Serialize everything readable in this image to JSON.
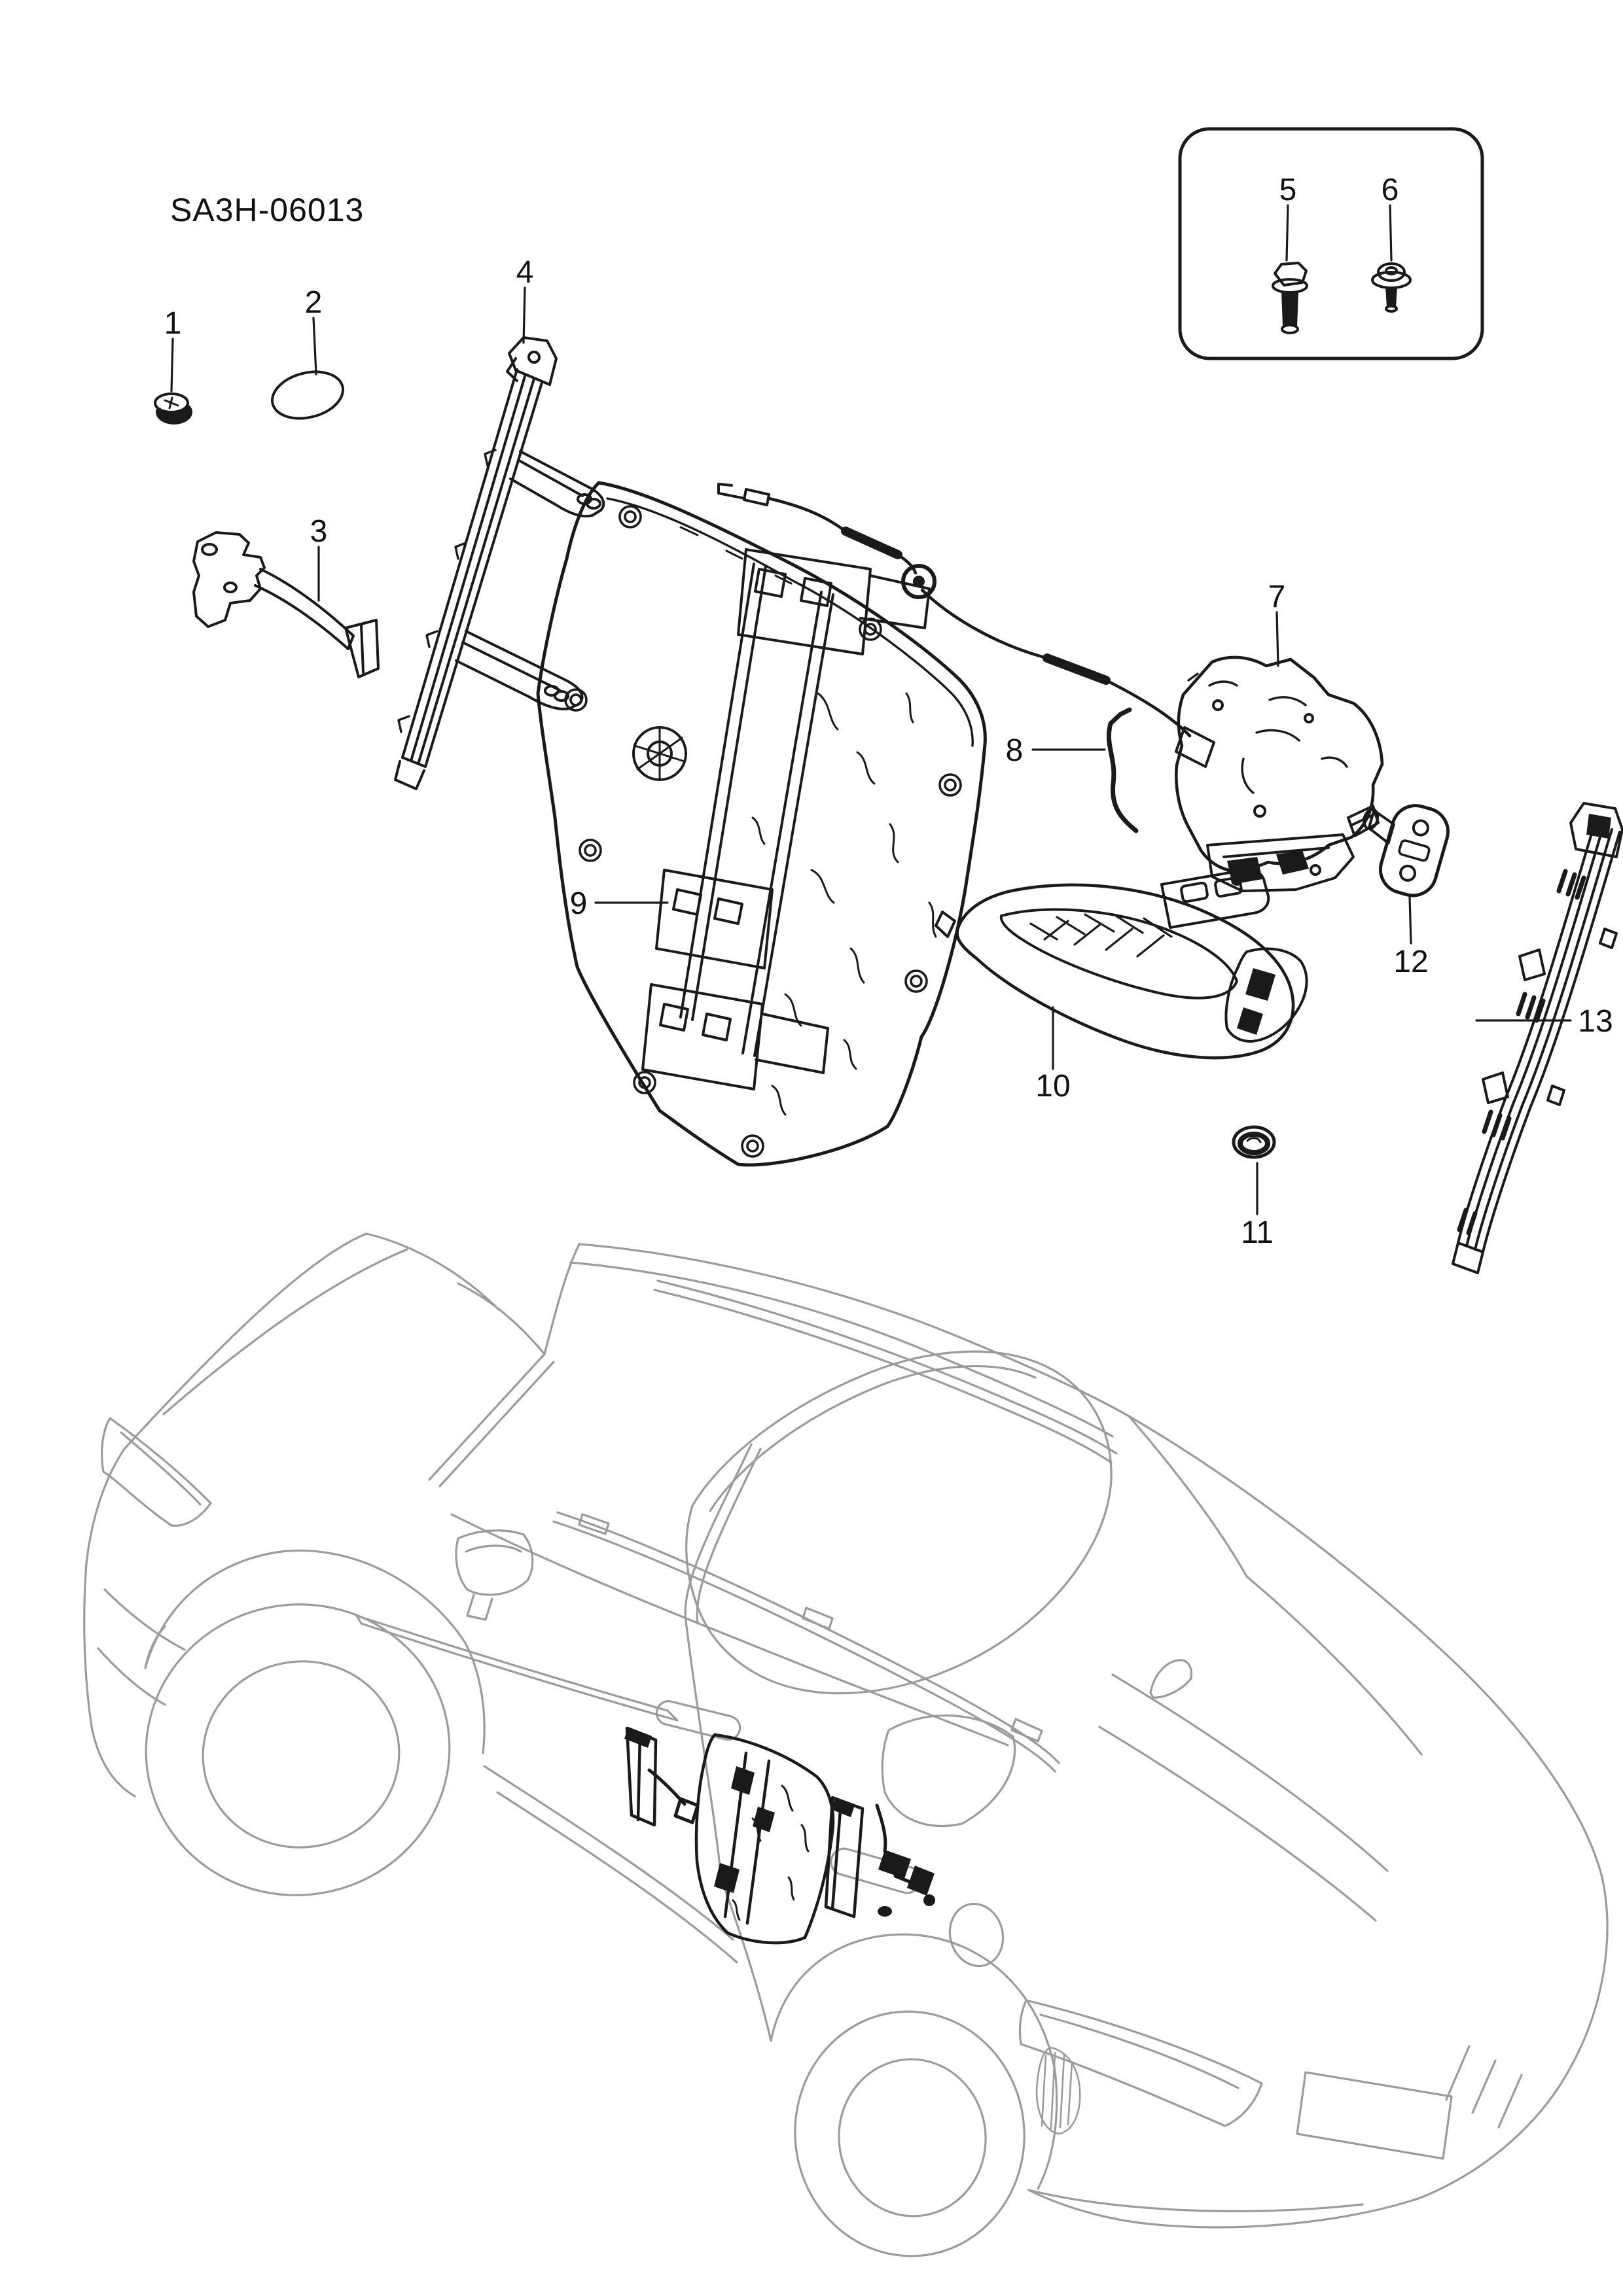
{
  "page": {
    "colors": {
      "background": "#ffffff",
      "part_line": "#1a1a1a",
      "car_line": "#9b9b9b",
      "label": "#111111"
    }
  },
  "diagram": {
    "code": "SA3H-06013",
    "callouts": [
      {
        "label": "1"
      },
      {
        "label": "2"
      },
      {
        "label": "3"
      },
      {
        "label": "4"
      },
      {
        "label": "5"
      },
      {
        "label": "6"
      },
      {
        "label": "7"
      },
      {
        "label": "8"
      },
      {
        "label": "9"
      },
      {
        "label": "10"
      },
      {
        "label": "11"
      },
      {
        "label": "12"
      },
      {
        "label": "13"
      }
    ]
  }
}
